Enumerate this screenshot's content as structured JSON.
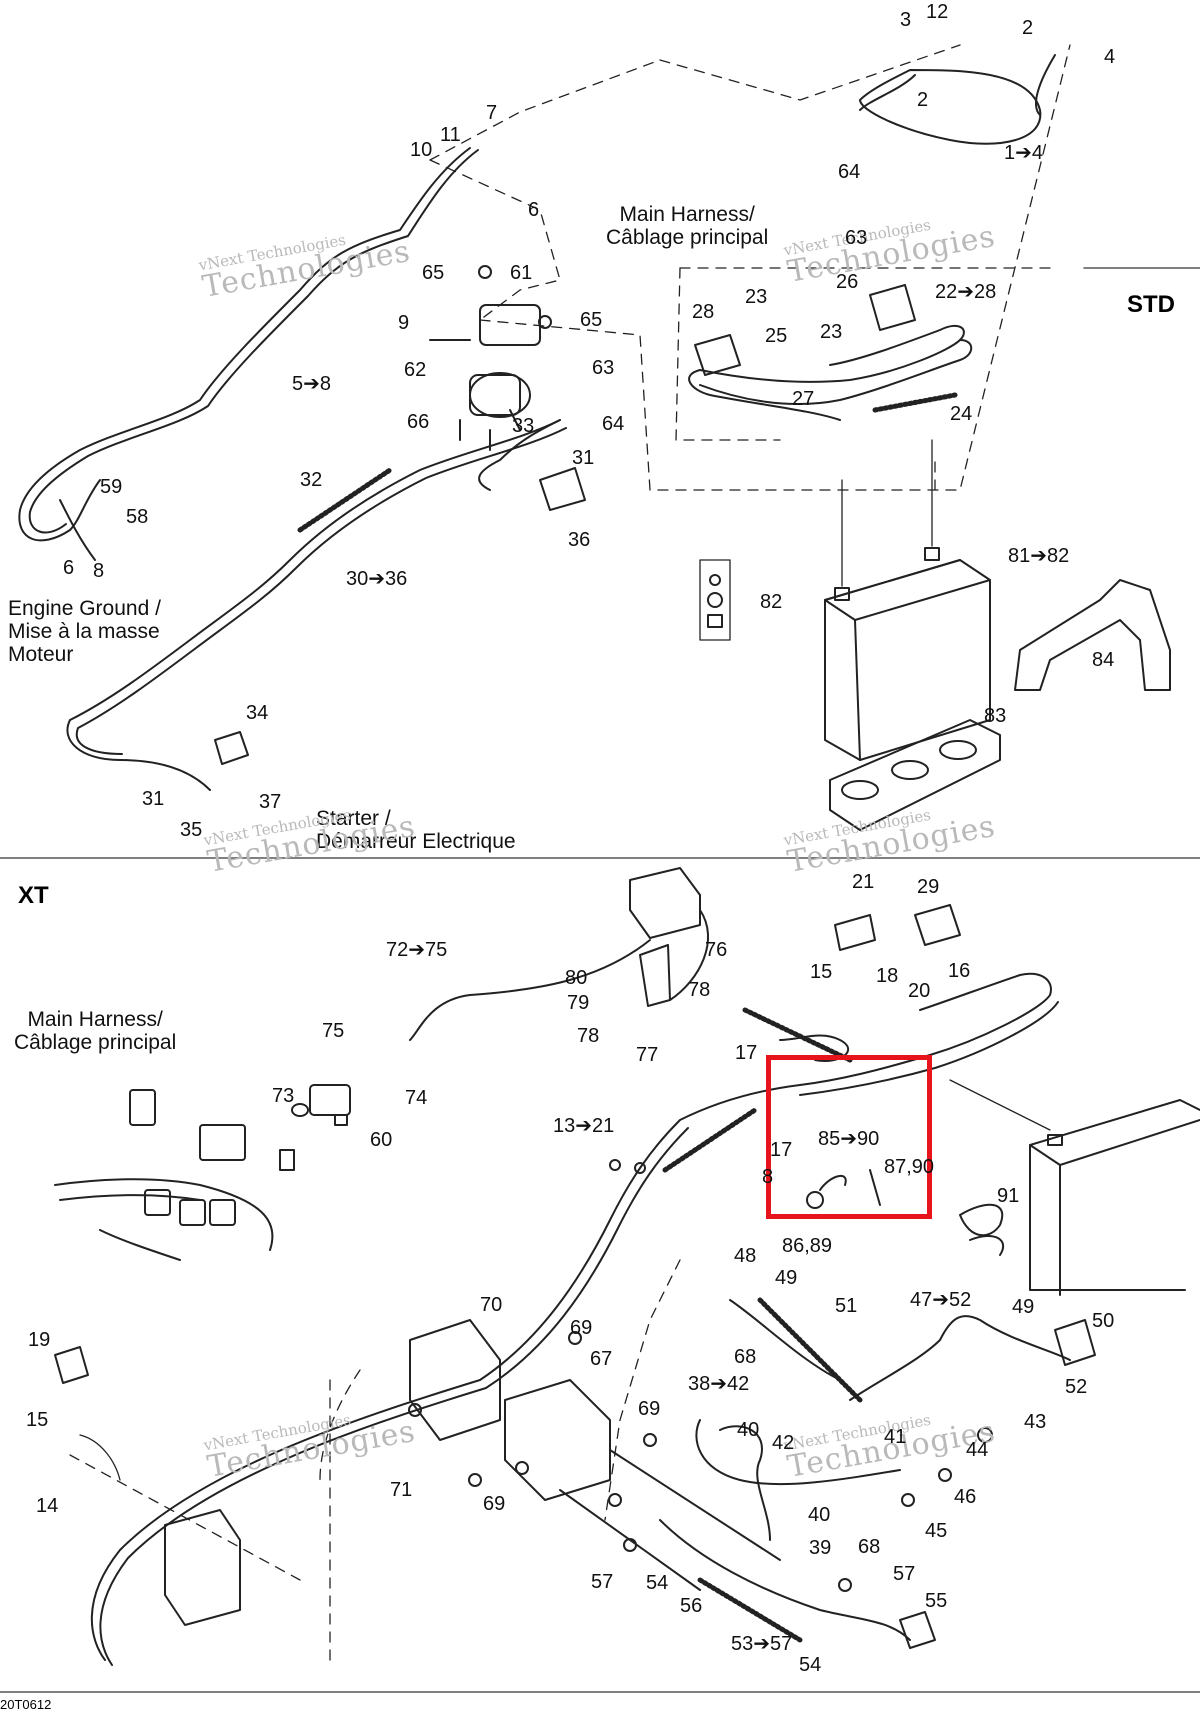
{
  "sections": {
    "std": "STD",
    "xt": "XT"
  },
  "figure_code": "20T0612",
  "watermark": {
    "line1": "vNext Technologies",
    "line2": "Technologies",
    "small": "vNext"
  },
  "captions": {
    "main_harness_top": "Main Harness/\nCâblage principal",
    "engine_ground": "Engine Ground /\nMise à la masse\nMoteur",
    "starter": "Starter /\nDémarreur Electrique",
    "main_harness_xt": "Main Harness/\nCâblage principal"
  },
  "highlight_color": "#e8141b",
  "callouts": [
    "3",
    "12",
    "2",
    "4",
    "2",
    "1➔4",
    "7",
    "11",
    "10",
    "6",
    "64",
    "63",
    "65",
    "61",
    "9",
    "65",
    "62",
    "63",
    "33",
    "66",
    "64",
    "31",
    "36",
    "59",
    "58",
    "6",
    "8",
    "32",
    "30➔36",
    "5➔8",
    "28",
    "23",
    "25",
    "26",
    "22➔28",
    "23",
    "27",
    "24",
    "82",
    "81➔82",
    "84",
    "83",
    "34",
    "31",
    "37",
    "35",
    "21",
    "29",
    "72➔75",
    "76",
    "80",
    "79",
    "78",
    "78",
    "77",
    "15",
    "18",
    "16",
    "20",
    "17",
    "75",
    "73",
    "74",
    "60",
    "13➔21",
    "17",
    "85➔90",
    "87,90",
    "8",
    "91",
    "86,89",
    "48",
    "49",
    "51",
    "47➔52",
    "49",
    "50",
    "52",
    "70",
    "69",
    "67",
    "69",
    "38➔42",
    "40",
    "42",
    "41",
    "43",
    "44",
    "46",
    "45",
    "68",
    "19",
    "15",
    "14",
    "71",
    "69",
    "40",
    "39",
    "68",
    "57",
    "54",
    "56",
    "53➔57",
    "54",
    "57",
    "55"
  ]
}
